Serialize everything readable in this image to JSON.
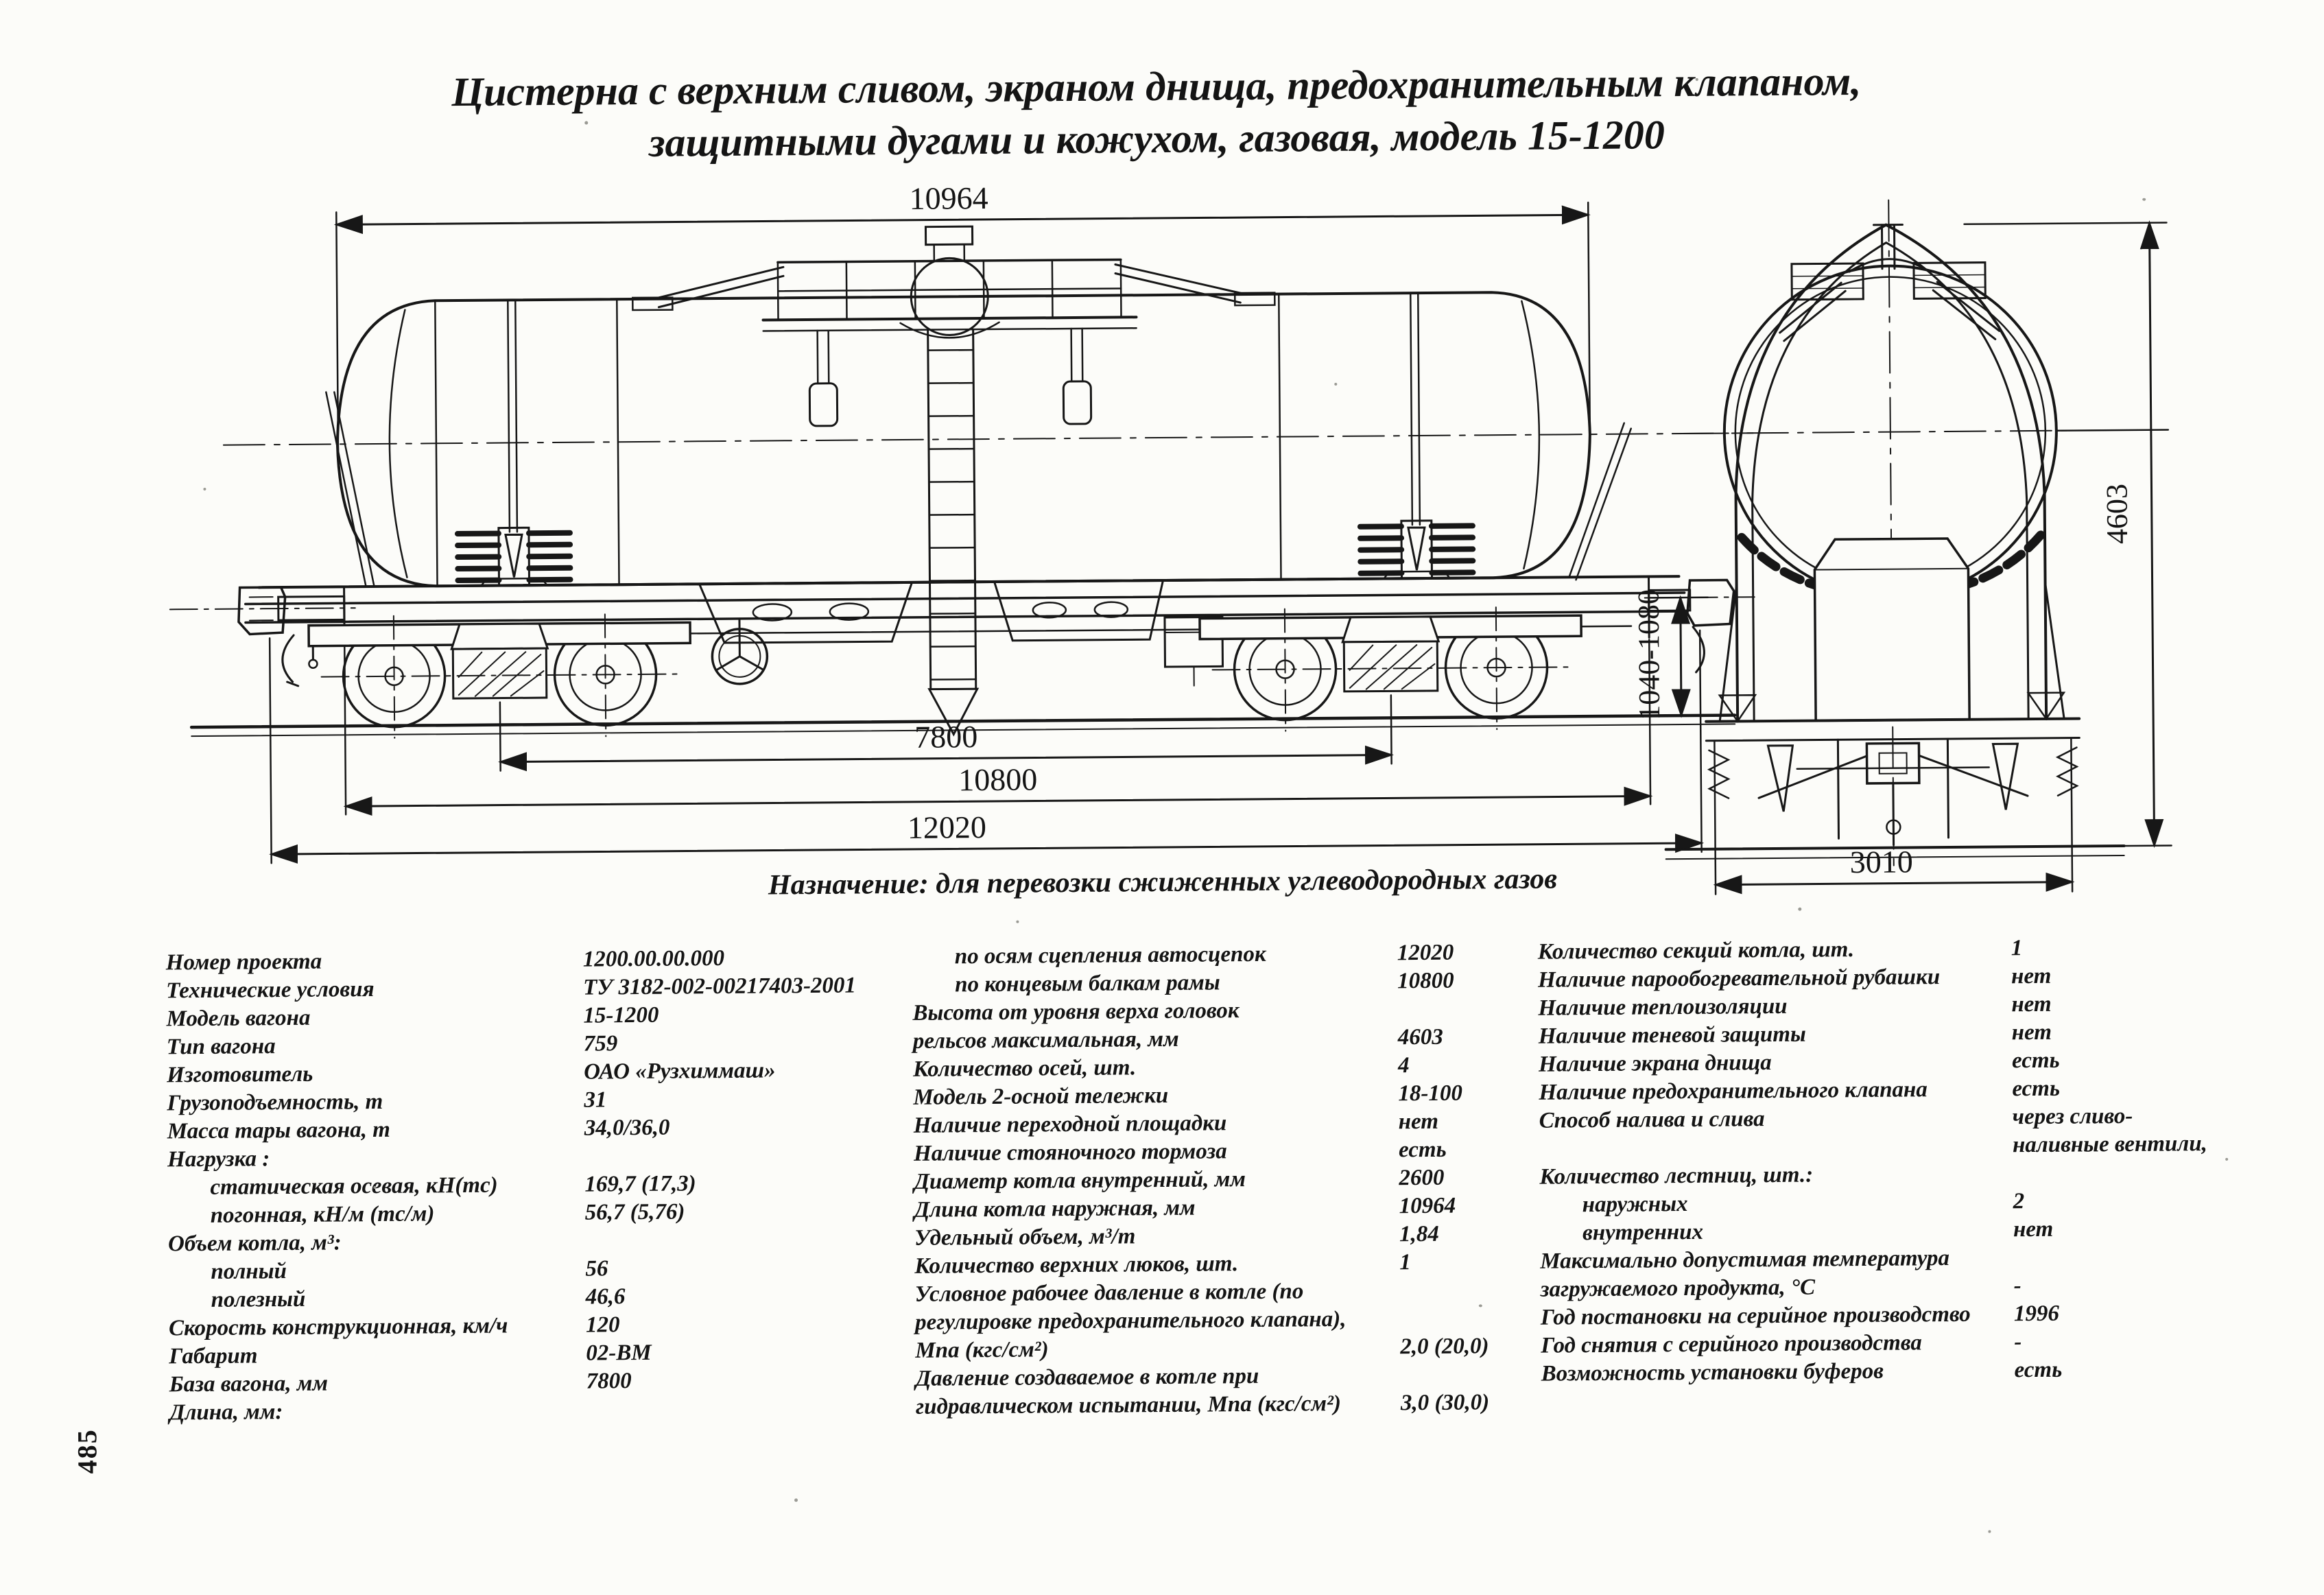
{
  "title": {
    "line1": "Цистерна с верхним сливом, экраном днища, предохранительным клапаном,",
    "line2": "защитными дугами и кожухом, газовая, модель 15-1200"
  },
  "purpose": "Назначение: для перевозки сжиженных углеводородных газов",
  "page_number": "485",
  "drawing": {
    "dims": {
      "tank_length": "10964",
      "coupler_height": "1040-1080",
      "bogie_base": "7800",
      "frame_length": "10800",
      "overall_length": "12020",
      "end_view_height": "4603",
      "end_view_width": "3010"
    }
  },
  "specs": {
    "col1": [
      {
        "label": "Номер проекта",
        "value": "1200.00.00.000",
        "indent": 0
      },
      {
        "label": "Технические условия",
        "value": "ТУ 3182-002-00217403-2001",
        "indent": 0
      },
      {
        "label": "Модель вагона",
        "value": "15-1200",
        "indent": 0
      },
      {
        "label": "Тип вагона",
        "value": "759",
        "indent": 0
      },
      {
        "label": "Изготовитель",
        "value": "ОАО «Рузхиммаш»",
        "indent": 0
      },
      {
        "label": "Грузоподъемность, т",
        "value": "31",
        "indent": 0
      },
      {
        "label": "Масса тары вагона, т",
        "value": "34,0/36,0",
        "indent": 0
      },
      {
        "label": "Нагрузка :",
        "value": "",
        "indent": 0
      },
      {
        "label": "статическая осевая, кН(тс)",
        "value": "169,7 (17,3)",
        "indent": 1
      },
      {
        "label": "погонная, кН/м (тс/м)",
        "value": "56,7 (5,76)",
        "indent": 1
      },
      {
        "label": "Объем котла, м³:",
        "value": "",
        "indent": 0
      },
      {
        "label": "полный",
        "value": "56",
        "indent": 1
      },
      {
        "label": "полезный",
        "value": "46,6",
        "indent": 1
      },
      {
        "label": "Скорость конструкционная, км/ч",
        "value": "120",
        "indent": 0
      },
      {
        "label": "Габарит",
        "value": "02-ВМ",
        "indent": 0
      },
      {
        "label": "База вагона, мм",
        "value": "7800",
        "indent": 0
      },
      {
        "label": "Длина, мм:",
        "value": "",
        "indent": 0
      }
    ],
    "col2": [
      {
        "label": "по осям сцепления автосцепок",
        "value": "12020",
        "indent": 1
      },
      {
        "label": "по концевым балкам рамы",
        "value": "10800",
        "indent": 1
      },
      {
        "label": "Высота от уровня верха головок",
        "value": "",
        "indent": 0
      },
      {
        "label": "рельсов максимальная, мм",
        "value": "4603",
        "indent": 0
      },
      {
        "label": "Количество осей, шт.",
        "value": "4",
        "indent": 0
      },
      {
        "label": "Модель 2-осной тележки",
        "value": "18-100",
        "indent": 0
      },
      {
        "label": "Наличие переходной площадки",
        "value": "нет",
        "indent": 0
      },
      {
        "label": "Наличие стояночного тормоза",
        "value": "есть",
        "indent": 0
      },
      {
        "label": "Диаметр котла внутренний, мм",
        "value": "2600",
        "indent": 0
      },
      {
        "label": "Длина котла наружная, мм",
        "value": "10964",
        "indent": 0
      },
      {
        "label": "Удельный объем, м³/т",
        "value": "1,84",
        "indent": 0
      },
      {
        "label": "Количество верхних люков, шт.",
        "value": "1",
        "indent": 0
      },
      {
        "label": "Условное рабочее давление в котле (по",
        "value": "",
        "indent": 0
      },
      {
        "label": "регулировке предохранительного клапана),",
        "value": "",
        "indent": 0
      },
      {
        "label": "Мпа (кгс/см²)",
        "value": "2,0 (20,0)",
        "indent": 0
      },
      {
        "label": "Давление создаваемое в котле при",
        "value": "",
        "indent": 0
      },
      {
        "label": "гидравлическом испытании, Мпа (кгс/см²)",
        "value": "3,0 (30,0)",
        "indent": 0
      }
    ],
    "col3": [
      {
        "label": "Количество секций котла, шт.",
        "value": "1",
        "indent": 0
      },
      {
        "label": "Наличие парообогревательной рубашки",
        "value": "нет",
        "indent": 0
      },
      {
        "label": "Наличие теплоизоляции",
        "value": "нет",
        "indent": 0
      },
      {
        "label": "Наличие теневой защиты",
        "value": "нет",
        "indent": 0
      },
      {
        "label": "Наличие экрана днища",
        "value": "есть",
        "indent": 0
      },
      {
        "label": "Наличие предохранительного клапана",
        "value": "есть",
        "indent": 0
      },
      {
        "label": "Способ налива и слива",
        "value": "через сливо-",
        "indent": 0
      },
      {
        "label": "",
        "value": "наливные  вентили,",
        "indent": 0
      },
      {
        "label": "Количество лестниц, шт.:",
        "value": "",
        "indent": 0
      },
      {
        "label": "наружных",
        "value": "2",
        "indent": 1
      },
      {
        "label": "внутренних",
        "value": "нет",
        "indent": 1
      },
      {
        "label": "Максимально допустимая температура",
        "value": "",
        "indent": 0
      },
      {
        "label": "загружаемого продукта, °С",
        "value": "-",
        "indent": 0
      },
      {
        "label": "Год постановки на серийное производство",
        "value": "1996",
        "indent": 0
      },
      {
        "label": "Год снятия с серийного производства",
        "value": "-",
        "indent": 0
      },
      {
        "label": "Возможность установки буферов",
        "value": "есть",
        "indent": 0
      }
    ]
  }
}
